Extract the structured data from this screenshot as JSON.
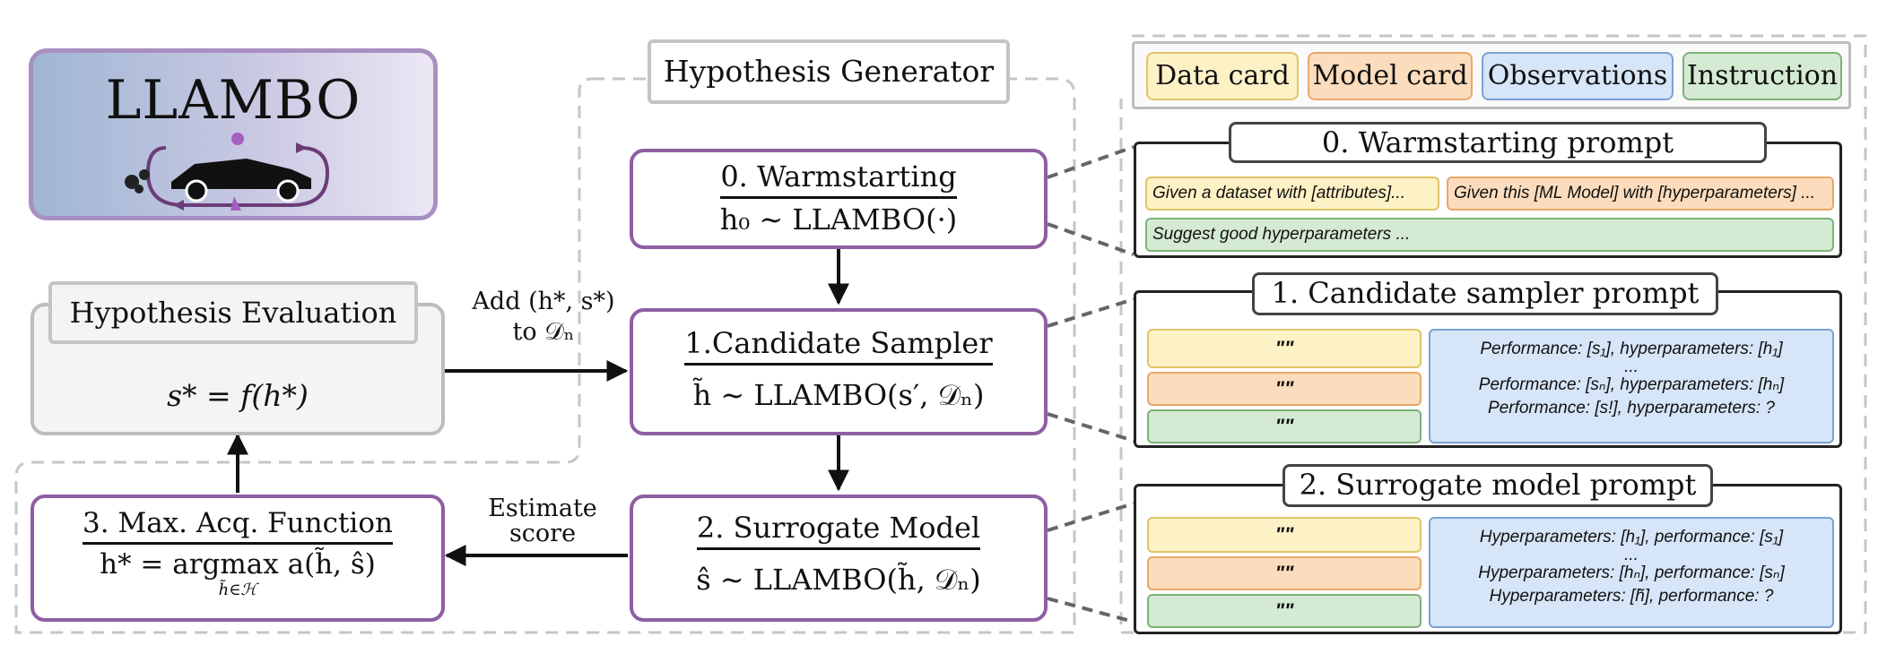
{
  "logo": {
    "title": "LLAMBO"
  },
  "generator": {
    "title": "Hypothesis Generator"
  },
  "evaluation": {
    "title": "Hypothesis Evaluation",
    "formula": "s* = f(h*)"
  },
  "steps": {
    "warm": {
      "title": "0. Warmstarting",
      "formula": "h₀ ∼ LLAMBO(·)"
    },
    "cand": {
      "title": "1.Candidate Sampler",
      "formula": "h̃ ∼ LLAMBO(s′, 𝒟ₙ)"
    },
    "surr": {
      "title": "2. Surrogate Model",
      "formula": "ŝ ∼ LLAMBO(h̃, 𝒟ₙ)"
    },
    "maxacq": {
      "title": "3. Max. Acq. Function",
      "formula": "h* = argmax a(h̃, ŝ)",
      "subscript": "h̃∈ℋ"
    }
  },
  "edges": {
    "add": [
      "Add (h*, s*)",
      "to 𝒟ₙ"
    ],
    "estimate": [
      "Estimate",
      "score"
    ]
  },
  "legend": {
    "data_card": "Data card",
    "model_card": "Model card",
    "observations": "Observations",
    "instruction": "Instruction"
  },
  "prompts": {
    "warm": {
      "title": "0. Warmstarting prompt",
      "data": "Given a dataset with [attributes]...",
      "model": "Given this [ML Model] with [hyperparameters] ...",
      "instruction": "Suggest good hyperparameters ..."
    },
    "cand": {
      "title": "1. Candidate sampler prompt",
      "quote": "\"\"",
      "lines": [
        "Performance: [s₁], hyperparameters: [h₁]",
        "...",
        "Performance: [sₙ], hyperparameters: [hₙ]",
        "Performance: [s!], hyperparameters: ?"
      ]
    },
    "surr": {
      "title": "2. Surrogate model prompt",
      "quote": "\"\"",
      "lines": [
        "Hyperparameters: [h₁], performance: [s₁]",
        "...",
        "Hyperparameters: [hₙ], performance: [sₙ]",
        "Hyperparameters: [h̃], performance: ?"
      ]
    }
  },
  "colors": {
    "purple": "#8e5ea3",
    "data_card": "#fdf1c6",
    "model_card": "#fbdcbc",
    "observations": "#d6e5f7",
    "instruction": "#d5ead2"
  }
}
